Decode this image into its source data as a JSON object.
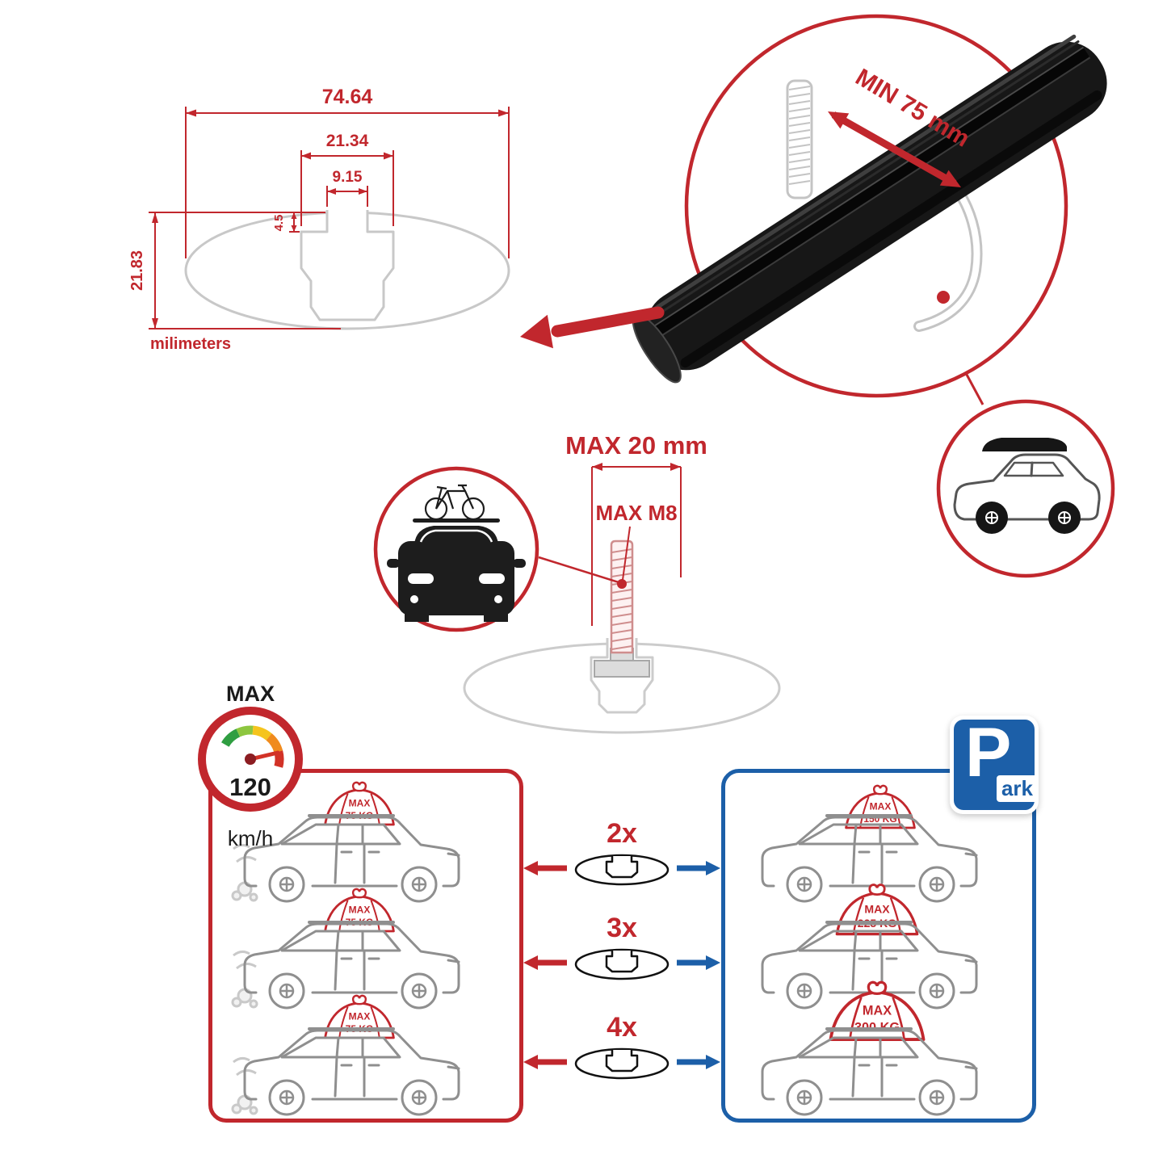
{
  "colors": {
    "red": "#C1272D",
    "blue": "#1C5FA8",
    "gray": "#C8C8C8",
    "black": "#171717"
  },
  "cross_section": {
    "dim_total_width": "74.64",
    "dim_channel_width": "21.34",
    "dim_opening_width": "9.15",
    "dim_opening_depth": "4.5",
    "dim_height": "21.83",
    "unit_label": "milimeters"
  },
  "clamp_detail": {
    "min_length_label": "MIN 75 mm"
  },
  "bolt_detail": {
    "max_length_label": "MAX 20 mm",
    "max_thread_label": "MAX M8"
  },
  "speed_limit": {
    "title": "MAX",
    "value": "120",
    "unit": "km/h"
  },
  "park_sign": {
    "letter": "P",
    "suffix": "ark"
  },
  "left_panel": {
    "cars": [
      {
        "cargo_line1": "MAX",
        "cargo_line2": "75 KG"
      },
      {
        "cargo_line1": "MAX",
        "cargo_line2": "75 KG"
      },
      {
        "cargo_line1": "MAX",
        "cargo_line2": "75 KG"
      }
    ]
  },
  "multiplier_rows": [
    {
      "count": "2x"
    },
    {
      "count": "3x"
    },
    {
      "count": "4x"
    }
  ],
  "right_panel": {
    "cars": [
      {
        "cargo_line1": "MAX",
        "cargo_line2": "150 KG"
      },
      {
        "cargo_line1": "MAX",
        "cargo_line2": "225 KG"
      },
      {
        "cargo_line1": "MAX",
        "cargo_line2": "300 KG"
      }
    ]
  }
}
